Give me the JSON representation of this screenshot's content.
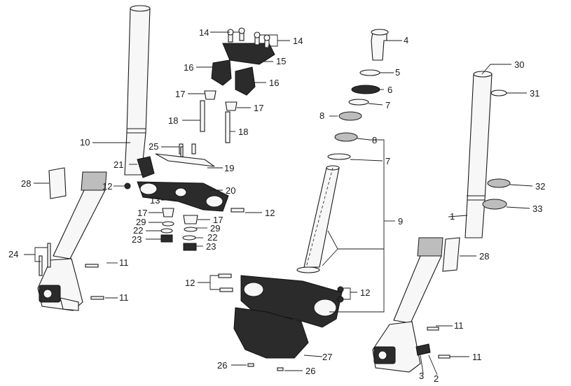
{
  "diagram": {
    "labels": {
      "l1": "1",
      "l2": "2",
      "l3": "3",
      "l4": "4",
      "l5": "5",
      "l6": "6",
      "l7a": "7",
      "l7b": "7",
      "l8a": "8",
      "l8b": "8",
      "l9": "9",
      "l10": "10",
      "l11a": "11",
      "l11b": "11",
      "l11c": "11",
      "l11d": "11",
      "l12a": "12",
      "l12b": "12",
      "l12c": "12",
      "l12d": "12",
      "l13": "13",
      "l14a": "14",
      "l14b": "14",
      "l15": "15",
      "l16a": "16",
      "l16b": "16",
      "l17a": "17",
      "l17b": "17",
      "l17c": "17",
      "l17d": "17",
      "l18a": "18",
      "l18b": "18",
      "l19": "19",
      "l20": "20",
      "l21": "21",
      "l22a": "22",
      "l22b": "22",
      "l23a": "23",
      "l23b": "23",
      "l24": "24",
      "l25": "25",
      "l26a": "26",
      "l26b": "26",
      "l27": "27",
      "l28a": "28",
      "l28b": "28",
      "l29a": "29",
      "l29b": "29",
      "l30": "30",
      "l31": "31",
      "l32": "32",
      "l33": "33"
    }
  }
}
